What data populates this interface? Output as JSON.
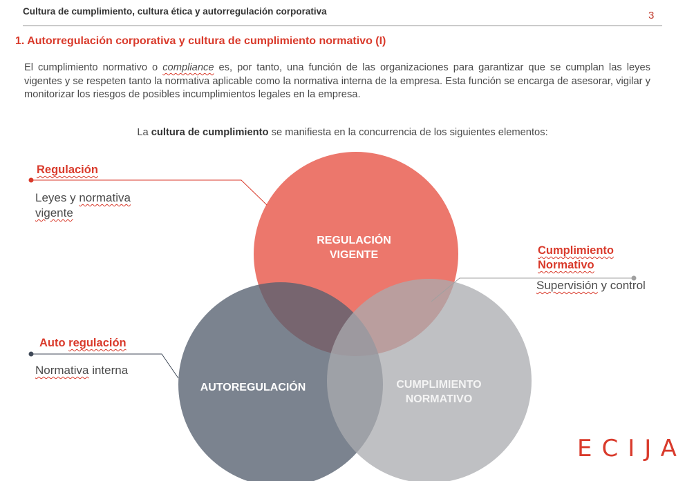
{
  "header": {
    "title": "Cultura de cumplimiento, cultura ética y autorregulación corporativa",
    "page_number": "3"
  },
  "section": {
    "title": "1. Autorregulación corporativa y cultura de cumplimiento normativo (I)"
  },
  "intro": {
    "text_before": "El cumplimiento normativo o ",
    "emphasis": "compliance",
    "text_after": " es, por tanto, una función de las organizaciones para garantizar que se cumplan las leyes vigentes y se respeten tanto la normativa aplicable como la normativa interna de la empresa. Esta función se encarga de asesorar, vigilar y monitorizar los riesgos de posibles incumplimientos legales en la empresa."
  },
  "lead": {
    "prefix": "La ",
    "bold": "cultura de cumplimiento",
    "suffix": " se manifiesta en la concurrencia de los siguientes elementos:"
  },
  "venn": {
    "circles": [
      {
        "name": "regulacion",
        "line1": "REGULACIÓN",
        "line2": "VIGENTE",
        "color": "#ea6b60"
      },
      {
        "name": "autoregulacion",
        "line1": "AUTOREGULACIÓN",
        "line2": "",
        "color": "#56606f"
      },
      {
        "name": "cumplimiento",
        "line1": "CUMPLIMIENTO",
        "line2": "NORMATIVO",
        "color": "#a9abaf"
      }
    ]
  },
  "callouts": {
    "regulacion": {
      "title": "Regulación",
      "desc_word1": "Leyes",
      "desc_rest1": " y ",
      "desc_word2": "normativa",
      "desc_word3": "vigente",
      "dot_color": "#d93a2b"
    },
    "cumplimiento": {
      "title_line1": "Cumplimiento",
      "title_line2": "Normativo",
      "desc_word1": "Supervisión",
      "desc_rest": " y control",
      "dot_color": "#a0a0a0"
    },
    "autoregulacion": {
      "title_word1": "Auto",
      "title_word2": "regulación",
      "desc_word1": "Normativa",
      "desc_rest": " interna",
      "dot_color": "#404a58"
    }
  },
  "logo": {
    "text": "ECIJA",
    "color": "#d93a2b"
  }
}
